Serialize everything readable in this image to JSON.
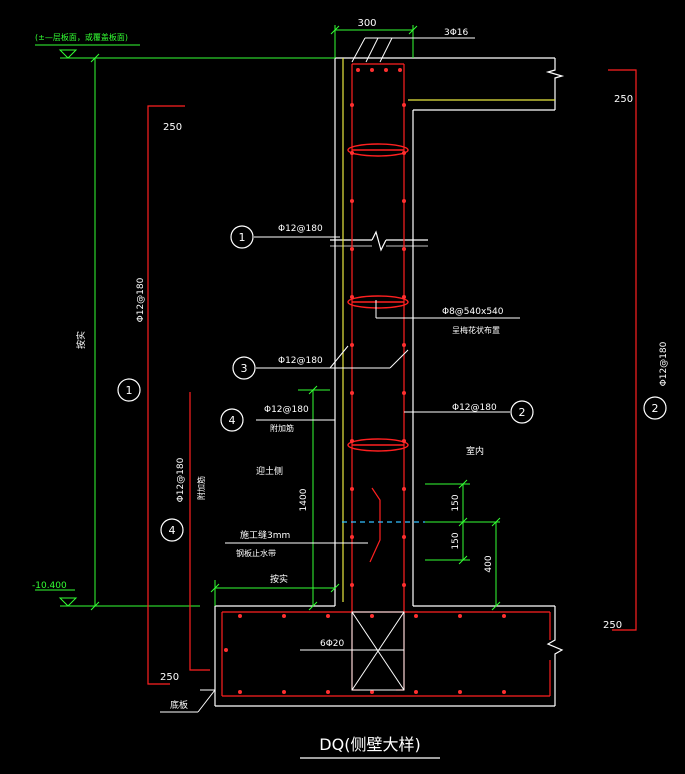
{
  "colors": {
    "background": "#000000",
    "concrete": "#ffffff",
    "rebar": "#ff2020",
    "dimension": "#33ff33",
    "leader": "#ffffff",
    "soil_line": "#e8e840",
    "waterstop": "#33c0ff"
  },
  "texts": {
    "top_elev_note": "(±—层板面，或覆盖板面)",
    "bottom_elev": "-10.400",
    "dim_300": "300",
    "top_bars": "3Φ16",
    "dim_250_left_top": "250",
    "dim_250_right_top": "250",
    "dim_250_left_bottom": "250",
    "dim_250_right_bottom": "250",
    "height_label": "按实",
    "bar_left_vertical": "Φ12@180",
    "bar_right_vertical": "Φ12@180",
    "bar_left_lower": "Φ12@180",
    "tag1_bar": "Φ12@180",
    "tie_bar": "Φ8@540x540",
    "tie_note": "呈梅花状布置",
    "tag3_bar": "Φ12@180",
    "tag4_bar": "Φ12@180",
    "tag4_note": "附加筋",
    "tag2_bar": "Φ12@180",
    "indoor": "室内",
    "soil_side": "迎土侧",
    "dim_1400": "1400",
    "left_lower_note": "附加筋",
    "joint_note": "施工缝3mm",
    "waterstop_note": "钢板止水带",
    "dim_150_a": "150",
    "dim_150_b": "150",
    "dim_400": "400",
    "bottom_width_label": "按实",
    "bottom_bars": "6Φ20",
    "slab_label": "底板",
    "title": "DQ(侧壁大样)"
  },
  "tags": {
    "t1a": "1",
    "t1b": "1",
    "t2a": "2",
    "t2b": "2",
    "t3": "3",
    "t4a": "4",
    "t4b": "4"
  }
}
